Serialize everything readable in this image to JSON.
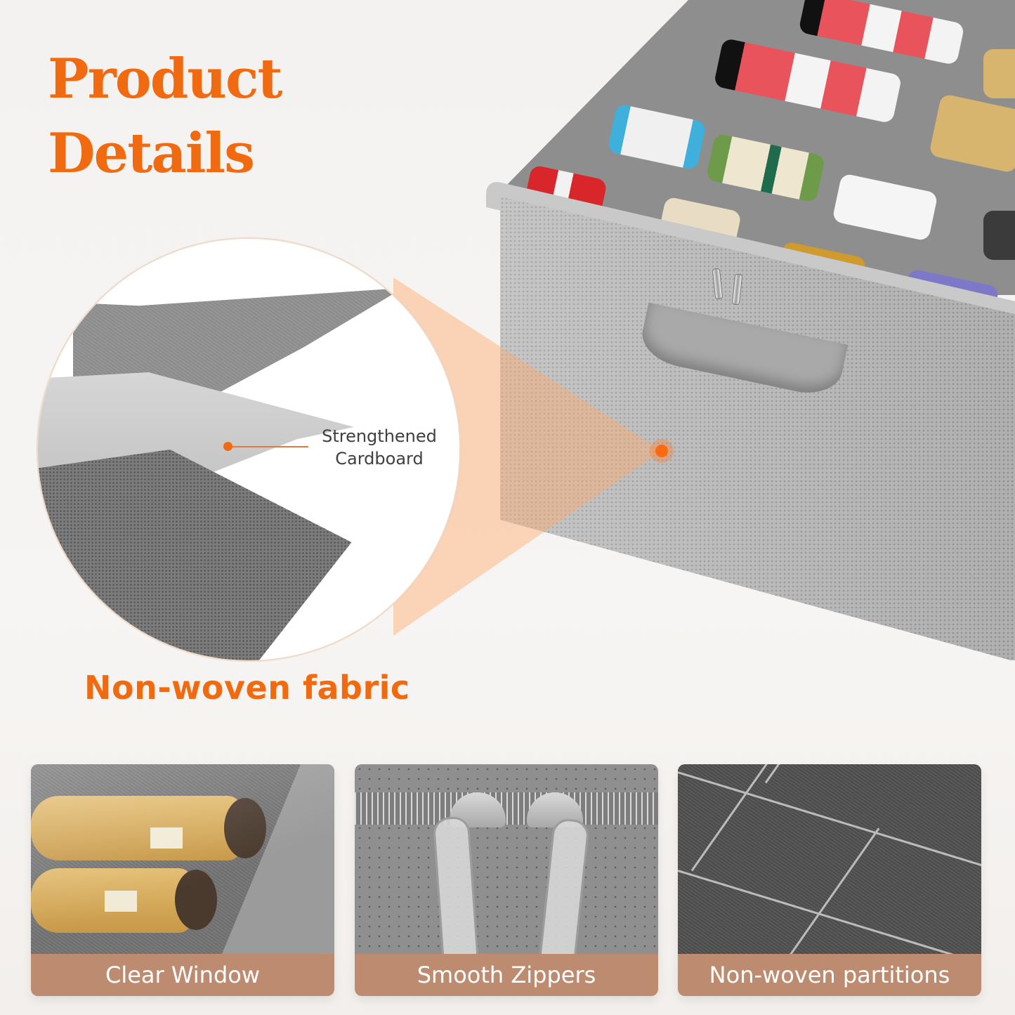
{
  "header": {
    "title_line1": "Product",
    "title_line2": "Details"
  },
  "detail_callout": {
    "label_line1": "Strengthened",
    "label_line2": "Cardboard",
    "caption": "Non-woven fabric"
  },
  "features": [
    {
      "caption": "Clear Window",
      "icon": "boots-in-clear-window"
    },
    {
      "caption": "Smooth Zippers",
      "icon": "zipper-pulls"
    },
    {
      "caption": "Non-woven partitions",
      "icon": "partition-grid"
    }
  ],
  "colors": {
    "accent_orange": "#f26a10",
    "caption_bar": "#bd8c70",
    "fabric_gray": "#b9b9b9",
    "background": "#f4f2f0"
  }
}
